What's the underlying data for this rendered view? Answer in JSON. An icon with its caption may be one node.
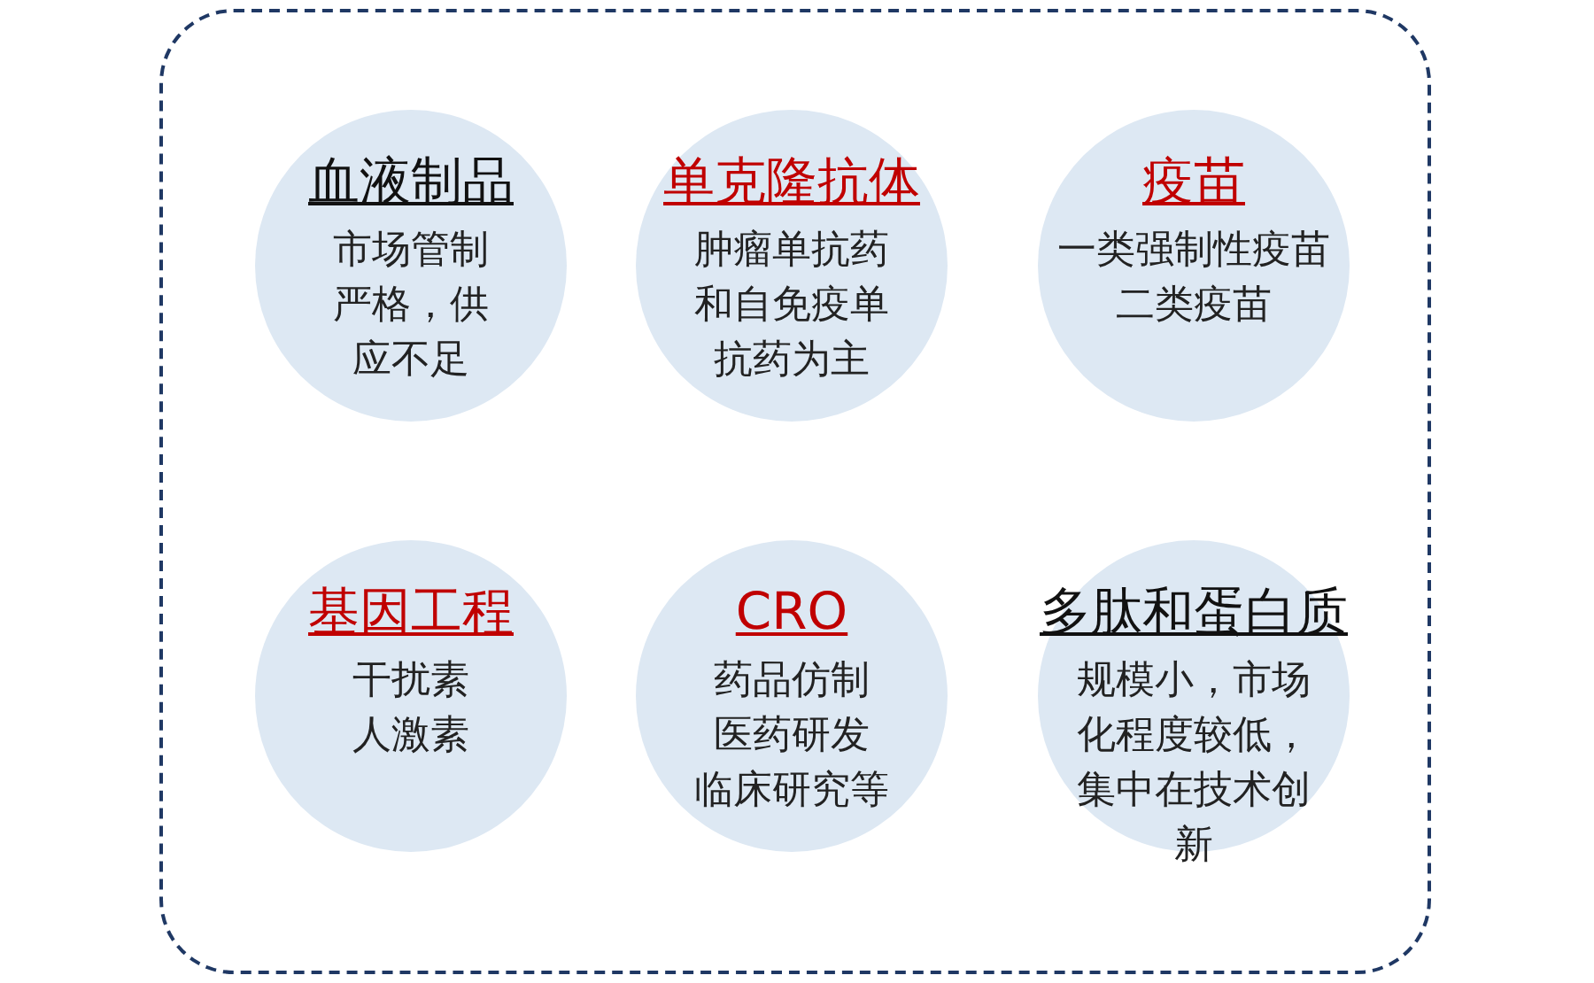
{
  "diagram": {
    "nodes": [
      {
        "text": [],
        "shape": "box"
      },
      {
        "text": [
          "血液制品",
          "市场管制严格，供应不足"
        ],
        "in": 0
      },
      {
        "text": [
          "单克隆抗体",
          "肿瘤单抗药和自免疫单抗药为主"
        ],
        "in": 0
      },
      {
        "text": [
          "疫苗",
          "一类强制性疫苗",
          "二类疫苗"
        ],
        "in": 0
      },
      {
        "text": [
          "基因工程",
          "干扰素",
          "人激素"
        ],
        "in": 0
      },
      {
        "text": [
          "CRO",
          "药品仿制",
          "医药研发",
          "临床研究等"
        ],
        "in": 0
      },
      {
        "text": [
          "多肽和蛋白质",
          "规模小，市场化程度较低，集中在技术创新"
        ],
        "in": 0
      }
    ]
  }
}
